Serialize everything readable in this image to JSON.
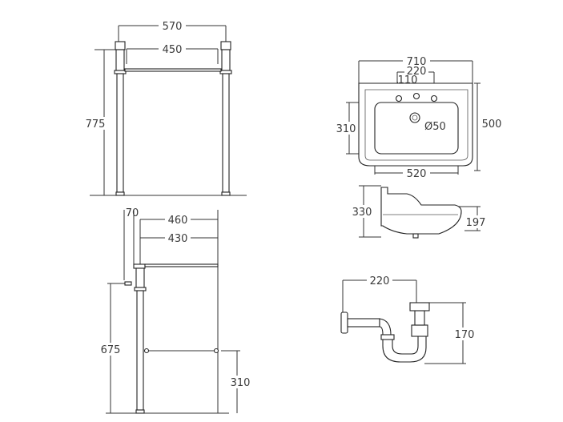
{
  "front_view": {
    "overall_width": "570",
    "inner_width": "450",
    "height": "775"
  },
  "side_view": {
    "d70": "70",
    "d460": "460",
    "d430": "430",
    "height": "675",
    "rail_height": "310"
  },
  "basin_top": {
    "width": "710",
    "tap_spacing": "220",
    "tap_offset": "110",
    "depth": "500",
    "bowl_depth": "310",
    "bowl_width": "520",
    "waste": "Ø50"
  },
  "basin_side": {
    "height": "330",
    "projection": "197"
  },
  "trap": {
    "length": "220",
    "height": "170"
  },
  "colors": {
    "line": "#333333",
    "text": "#3a3a3a",
    "background": "#ffffff"
  }
}
